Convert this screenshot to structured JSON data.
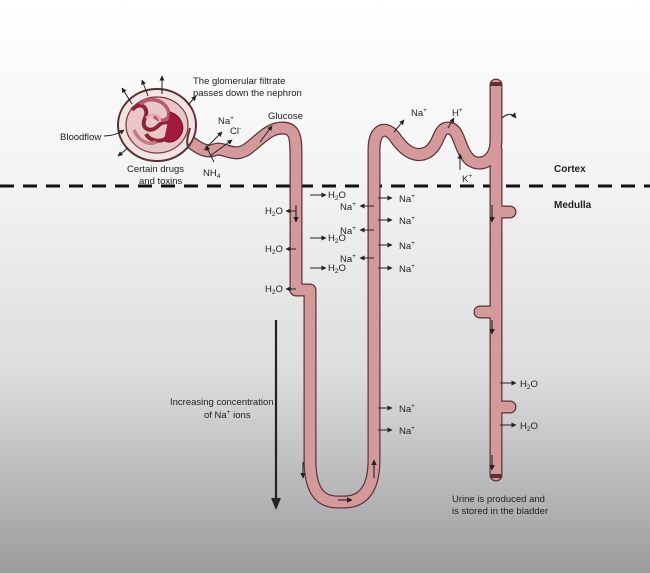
{
  "labels": {
    "filtrate_line1": "The glomerular filtrate",
    "filtrate_line2": "passes down the nephron",
    "bloodflow": "Bloodflow",
    "drugs_line1": "Certain drugs",
    "drugs_line2": "and toxins",
    "glucose": "Glucose",
    "cortex": "Cortex",
    "medulla": "Medulla",
    "concentration_line1": "Increasing concentration",
    "concentration_line2a": "of Na",
    "concentration_line2b": " ions",
    "urine_line1": "Urine is produced and",
    "urine_line2": "is stored in the bladder"
  },
  "ions": {
    "na": "Na",
    "cl": "Cl",
    "h": "H",
    "k": "K",
    "nh": "NH",
    "nh_sub": "4",
    "h2o_a": "H",
    "h2o_sub": "2",
    "h2o_b": "O",
    "plus": "+",
    "minus": "-"
  },
  "colors": {
    "tube_fill": "#d49a9b",
    "tube_outline": "#5a3134",
    "background_top": "#ffffff",
    "background_bottom": "#9c9c9e",
    "glomerulus_dark": "#a11c3c"
  }
}
